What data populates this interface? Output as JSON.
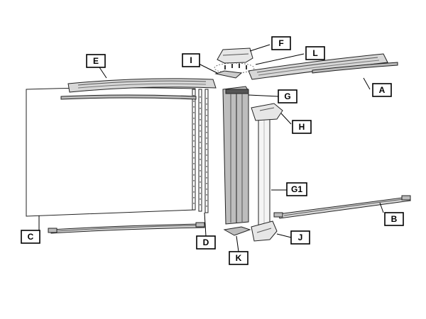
{
  "diagram": {
    "labels": {
      "A": "A",
      "B": "B",
      "C": "C",
      "D": "D",
      "E": "E",
      "F": "F",
      "G": "G",
      "G1": "G1",
      "H": "H",
      "I": "I",
      "J": "J",
      "K": "K",
      "L": "L"
    }
  }
}
